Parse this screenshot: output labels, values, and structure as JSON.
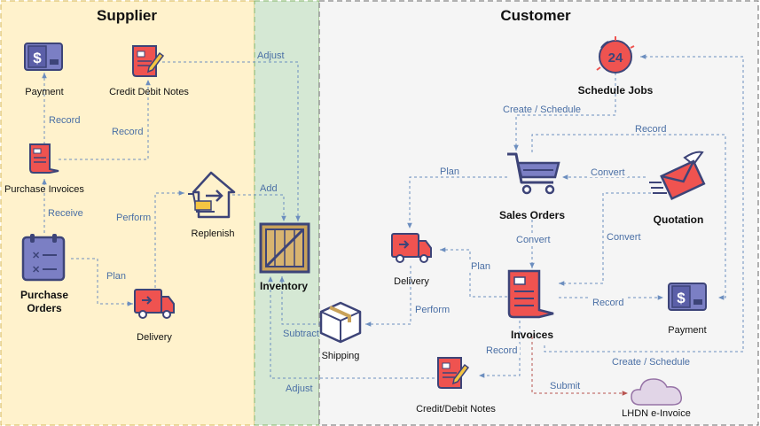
{
  "panels": {
    "supplier": "Supplier",
    "customer": "Customer"
  },
  "nodes": {
    "payment_supplier": "Payment",
    "credit_debit_notes_supplier": "Credit Debit Notes",
    "purchase_invoices": "Purchase Invoices",
    "purchase_orders_line1": "Purchase",
    "purchase_orders_line2": "Orders",
    "replenish": "Replenish",
    "delivery_supplier": "Delivery",
    "inventory": "Inventory",
    "shipping": "Shipping",
    "schedule_jobs": "Schedule Jobs",
    "sales_orders": "Sales Orders",
    "quotation": "Quotation",
    "delivery_customer": "Delivery",
    "invoices": "Invoices",
    "payment_customer": "Payment",
    "credit_debit_notes_customer": "Credit/Debit Notes",
    "lhdn": "LHDN e-Invoice",
    "schedule_badge": "24"
  },
  "edges": {
    "record_payment": "Record",
    "record_credit": "Record",
    "receive": "Receive",
    "perform_replenish": "Perform",
    "plan_supplier": "Plan",
    "adjust_top": "Adjust",
    "add": "Add",
    "subtract": "Subtract",
    "adjust_bottom": "Adjust",
    "create_schedule_top": "Create / Schedule",
    "record_top": "Record",
    "plan_customer": "Plan",
    "convert_quotation": "Convert",
    "convert_sales": "Convert",
    "convert_invoice": "Convert",
    "plan_delivery": "Plan",
    "perform_shipping": "Perform",
    "record_payment_customer": "Record",
    "record_credit_customer": "Record",
    "create_schedule_bottom": "Create / Schedule",
    "submit": "Submit"
  },
  "colors": {
    "supplier_bg": "#fff2cc",
    "inventory_bg": "#d5e8d4",
    "customer_bg": "#f5f5f5",
    "edge": "#6c8ebf",
    "edge_label": "#4a6fa5",
    "submit_edge": "#b85450",
    "icon_red": "#ef5350",
    "icon_navy": "#3d4478",
    "icon_purple": "#7b7fc4"
  }
}
